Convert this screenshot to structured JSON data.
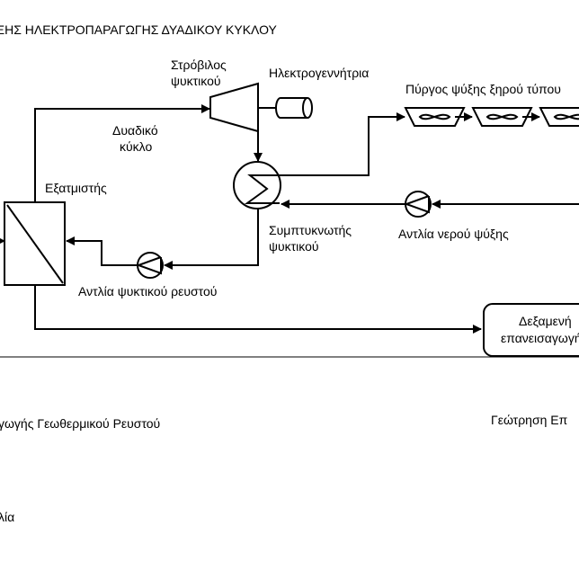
{
  "title": "ΞΗΣ ΗΛΕΚΤΡΟΠΑΡΑΓΩΓΗΣ ΔΥΑΔΙΚΟΥ ΚΥΚΛΟΥ",
  "labels": {
    "turbine_line1": "Στρόβιλος",
    "turbine_line2": "ψυκτικού",
    "generator": "Ηλεκτρογεννήτρια",
    "cooling_tower": "Πύργος ψύξης ξηρού τύπου",
    "binary_line1": "Δυαδικό",
    "binary_line2": "κύκλο",
    "evaporator": "Εξατμιστής",
    "condenser_line1": "Συμπτυκνωτής",
    "condenser_line2": "ψυκτικού",
    "cooling_pump": "Αντλία νερού ψύξης",
    "fluid_pump": "Αντλία ψυκτικού ρευστού",
    "tank_line1": "Δεξαμενή",
    "tank_line2": "επανεισαγωγής",
    "production_well": "γωγής Γεωθερμικού Ρευστού",
    "reinjection_well": "Γεώτρηση Επ",
    "bottom_left": "λία"
  }
}
